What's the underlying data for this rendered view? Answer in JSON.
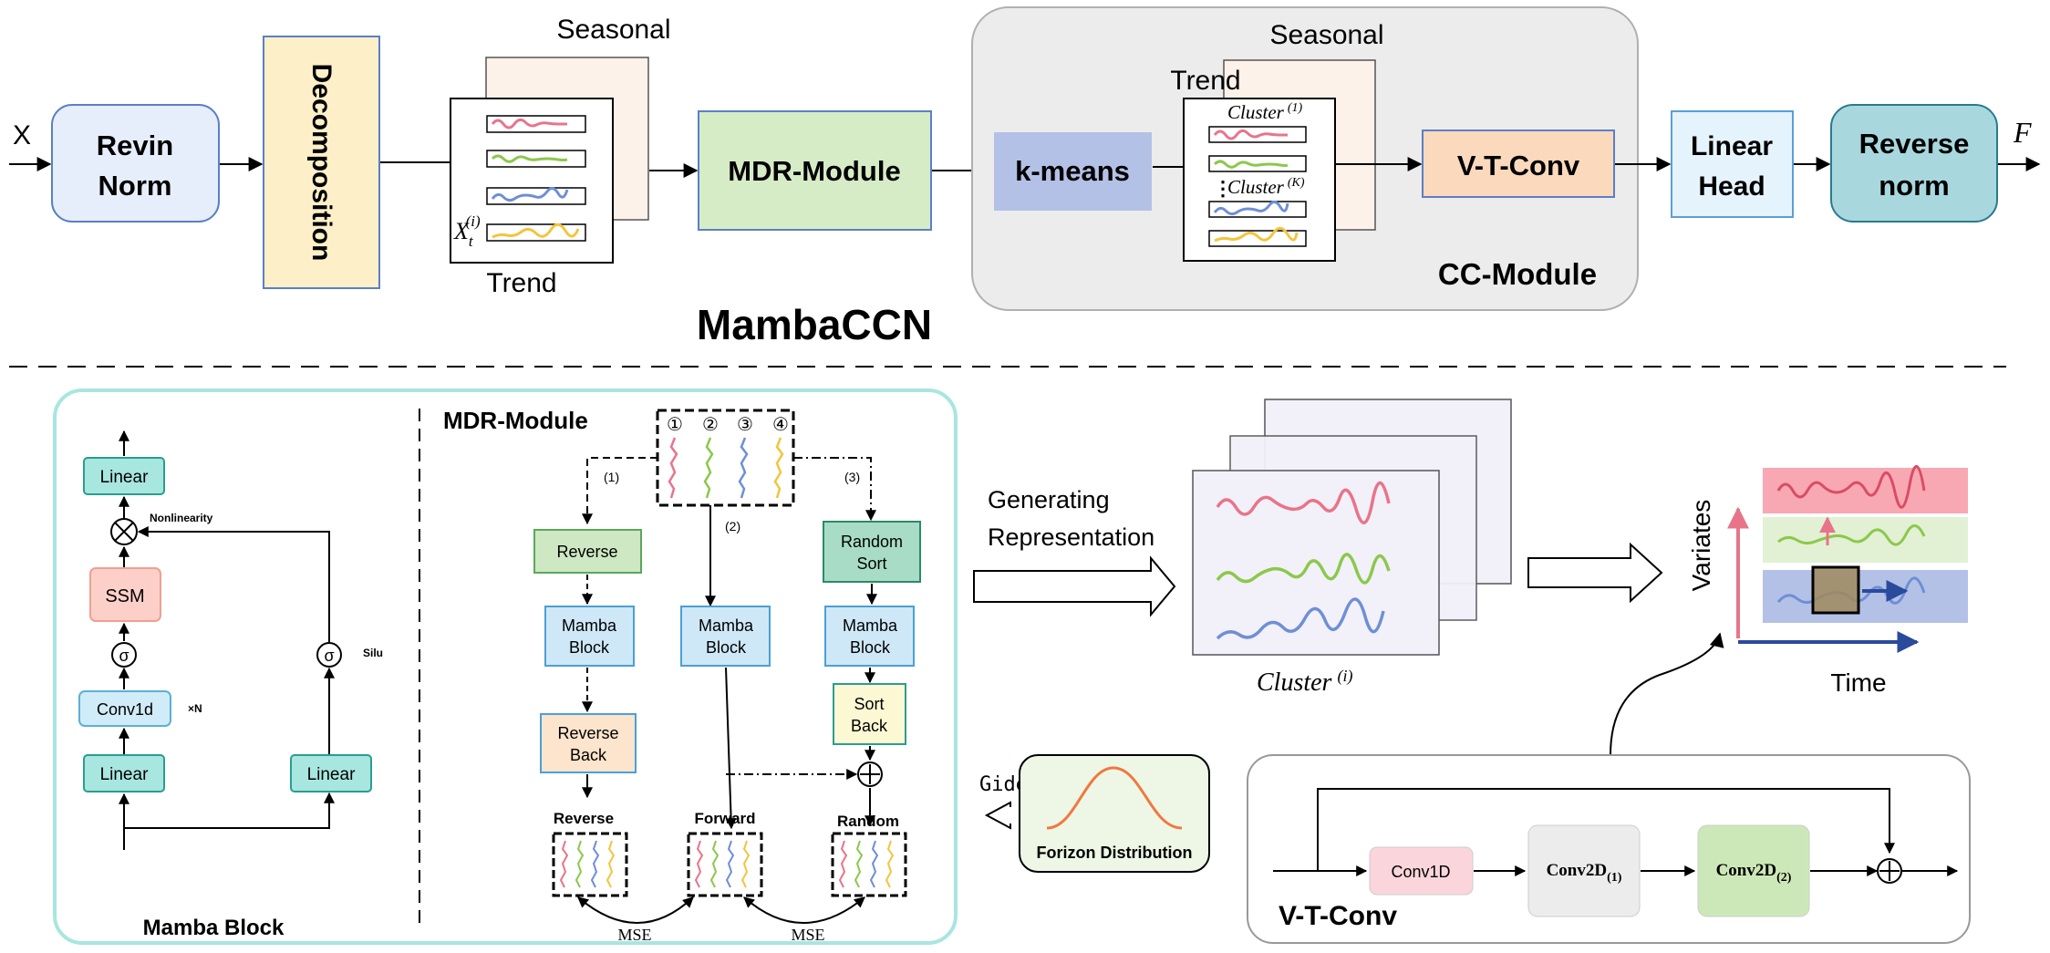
{
  "top": {
    "input_label": "X",
    "output_label": "F",
    "revin": [
      "Revin",
      "Norm"
    ],
    "decomposition": "Decomposition",
    "seasonal_label": "Seasonal",
    "trend_label": "Trend",
    "xt_label": "X",
    "xt_sub": "t",
    "xt_sup": "(i)",
    "mdr_module": "MDR-Module",
    "kmeans": "k-means",
    "cc_seasonal": "Seasonal",
    "cc_trend": "Trend",
    "cluster_1": "Cluster",
    "cluster_1_sup": "(1)",
    "cluster_k": "Cluster",
    "cluster_k_sup": "(K)",
    "vt_conv": "V-T-Conv",
    "cc_module": "CC-Module",
    "linear_head": [
      "Linear",
      "Head"
    ],
    "reverse_norm": [
      "Reverse",
      "norm"
    ],
    "title": "MambaCCN"
  },
  "mamba_block": {
    "title": "Mamba Block",
    "linear_top": "Linear",
    "nonlinearity": "Nonlinearity",
    "ssm": "SSM",
    "sigma": "σ",
    "conv1d": "Conv1d",
    "times_n": "×N",
    "linear_left": "Linear",
    "linear_right": "Linear",
    "silu": "Silu"
  },
  "mdr": {
    "title": "MDR-Module",
    "circle_1": "①",
    "circle_2": "②",
    "circle_3": "③",
    "circle_4": "④",
    "path_1": "(1)",
    "path_2": "(2)",
    "path_3": "(3)",
    "reverse": "Reverse",
    "mamba_block": [
      "Mamba",
      "Block"
    ],
    "random_sort": [
      "Random",
      "Sort"
    ],
    "reverse_back": [
      "Reverse",
      "Back"
    ],
    "sort_back": [
      "Sort",
      "Back"
    ],
    "out_reverse": "Reverse",
    "out_forward": "Forward",
    "out_random": "Random",
    "mse": "MSE"
  },
  "right_bottom": {
    "generating": [
      "Generating",
      "Representation"
    ],
    "cluster": "Cluster",
    "cluster_sup": "(i)",
    "variates": "Variates",
    "time": "Time",
    "gide": "Gide",
    "forizon": "Forizon Distribution",
    "vt_title": "V-T-Conv",
    "conv1d": "Conv1D",
    "conv2d": "Conv2D",
    "conv2d_1_sub": "(1)",
    "conv2d_2_sub": "(2)"
  },
  "colors": {
    "pink": "#e8748a",
    "green": "#8cc84b",
    "blue": "#6e8fd6",
    "yellow": "#f2c53d",
    "teal_box": "#a8e6e0",
    "teal_border": "#2a9d8f"
  }
}
